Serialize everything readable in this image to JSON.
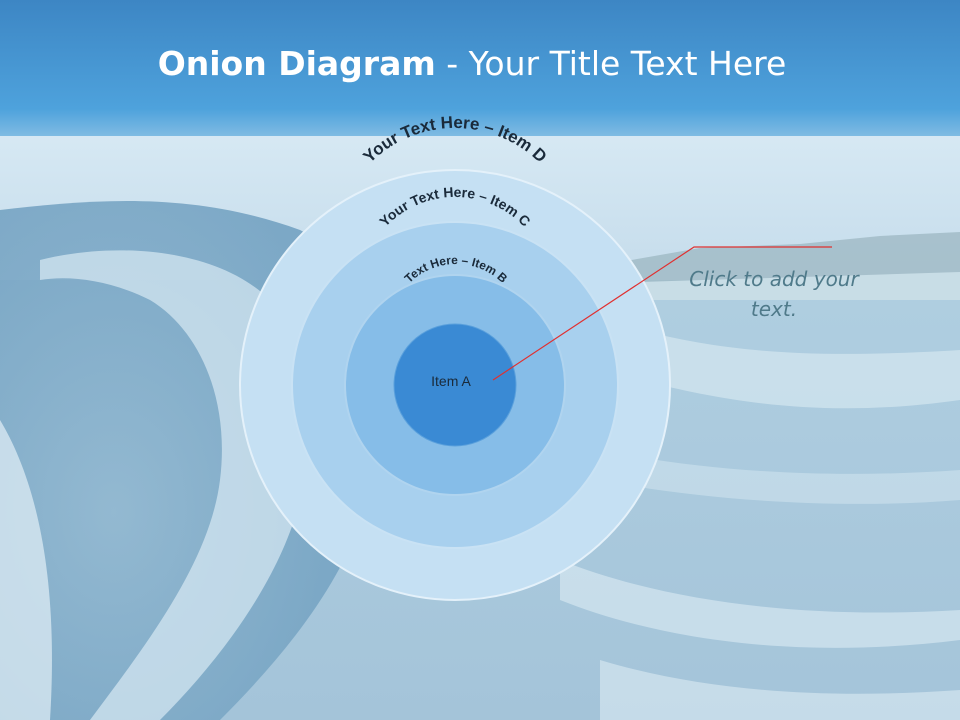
{
  "title": {
    "bold": "Onion Diagram",
    "rest": " - Your Title Text Here"
  },
  "rings": [
    {
      "label": "Your Text Here – Item D",
      "color": "#c5e0f3"
    },
    {
      "label": "Your Text Here – Item C",
      "color": "#a8d0ee"
    },
    {
      "label": "Text Here – Item B",
      "color": "#86bde8"
    },
    {
      "label": "Item A",
      "color": "#3a8ad4"
    }
  ],
  "callout": {
    "text": "Click  to add your text.",
    "line_color": "#e03030"
  },
  "colors": {
    "header": "#4a9ed8",
    "label_text": "#1a2a3a",
    "callout_text": "#4f7a8a"
  }
}
